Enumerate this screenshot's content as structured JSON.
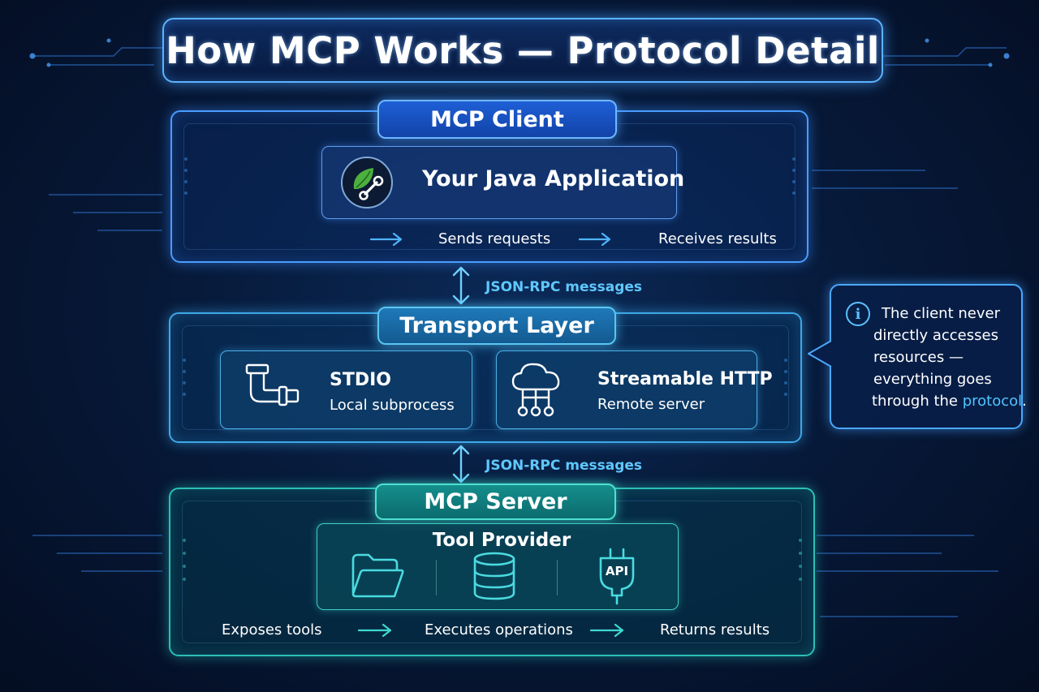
{
  "title": "How MCP Works — Protocol Detail",
  "client": {
    "header": "MCP Client",
    "app_title": "Your Java Application",
    "app_icon": "spring-leaf-wrench-icon",
    "flow": [
      "Sends requests",
      "Receives results"
    ]
  },
  "connector_label": "JSON-RPC messages",
  "transport": {
    "header": "Transport Layer",
    "options": [
      {
        "icon": "pipe-icon",
        "title": "STDIO",
        "subtitle": "Local subprocess"
      },
      {
        "icon": "cloud-network-icon",
        "title": "Streamable HTTP",
        "subtitle": "Remote server"
      }
    ]
  },
  "server": {
    "header": "MCP Server",
    "provider_title": "Tool Provider",
    "provider_icons": [
      "folder-icon",
      "database-icon",
      "api-plug-icon"
    ],
    "api_label": "API",
    "flow": [
      "Exposes tools",
      "Executes operations",
      "Returns results"
    ]
  },
  "note": {
    "icon": "info-icon",
    "lines": [
      "The client never",
      "directly accesses",
      "resources —",
      "everything goes"
    ],
    "last_prefix": "through the ",
    "last_highlight": "protocol",
    "last_suffix": "."
  },
  "colors": {
    "client_accent": "#4a9dff",
    "transport_accent": "#3ea8e6",
    "server_accent": "#2bbfb7",
    "link_text": "#5fc8ff"
  }
}
